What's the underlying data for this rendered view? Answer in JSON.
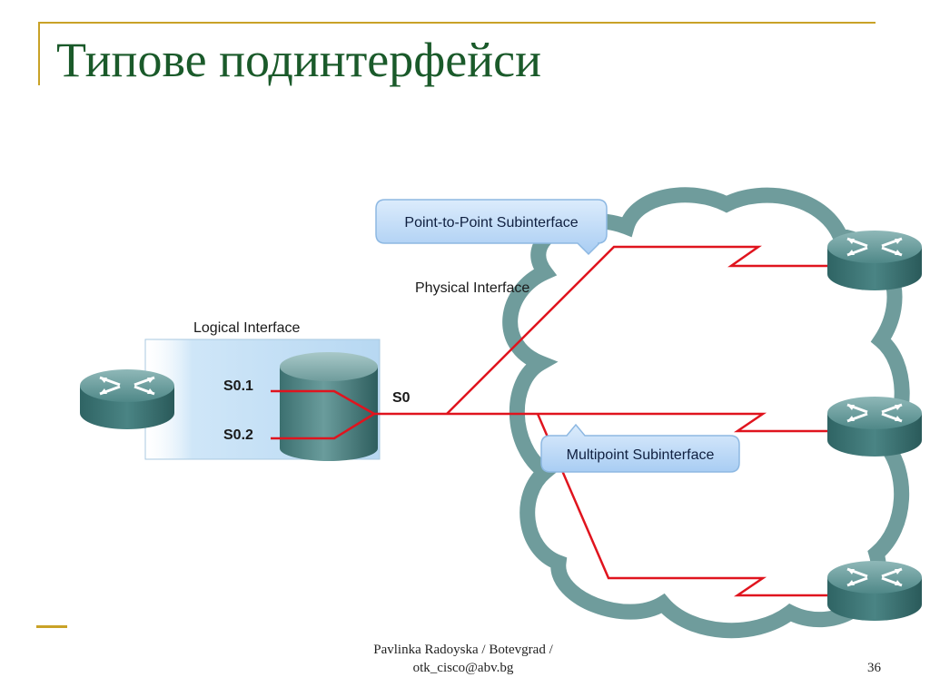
{
  "slide": {
    "title": "Типове подинтерфейси",
    "footer_line1": "Pavlinka Radoyska / Botevgrad /",
    "footer_line2": "otk_cisco@abv.bg",
    "page_number": "36"
  },
  "diagram": {
    "logical_interface_label": "Logical Interface",
    "physical_interface_label": "Physical Interface",
    "s01_label": "S0.1",
    "s02_label": "S0.2",
    "s0_label": "S0",
    "p2p_bubble": "Point-to-Point Subinterface",
    "multipoint_bubble": "Multipoint Subinterface"
  },
  "colors": {
    "title": "#1a5a2a",
    "frame_accent": "#c9a227",
    "link_red": "#e0141e",
    "cloud_outline": "#6f9c9c",
    "router_teal": "#3f7c7c",
    "logical_box": "#c8e2f6",
    "bubble_fill": "#bcd9f7"
  }
}
